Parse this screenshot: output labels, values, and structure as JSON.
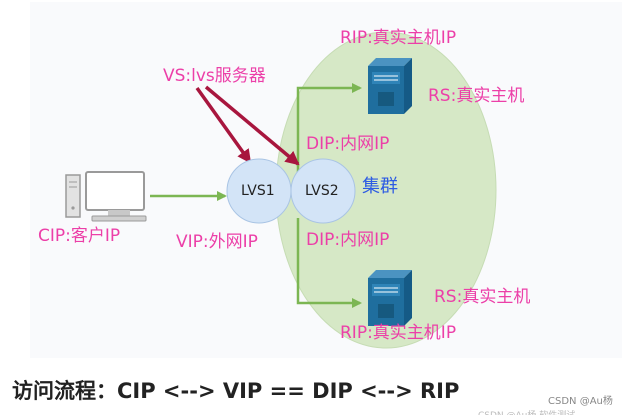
{
  "labels": {
    "rip_top": "RIP:真实主机IP",
    "vs": "VS:lvs服务器",
    "rs_top": "RS:真实主机",
    "dip_top": "DIP:内网IP",
    "lvs1": "LVS1",
    "lvs2": "LVS2",
    "cluster": "集群",
    "cip": "CIP:客户IP",
    "vip": "VIP:外网IP",
    "dip_bottom": "DIP:内网IP",
    "rs_bottom": "RS:真实主机",
    "rip_bottom": "RIP:真实主机IP"
  },
  "flow_text": "访问流程：CIP <--> VIP == DIP <--> RIP",
  "watermark": "CSDN @Au杨",
  "watermark_secondary": "CSDN @Au杨 软件测试",
  "colors": {
    "label_pink": "#ec3fa8",
    "cluster_blue": "#2d5be3",
    "arrow_green": "#7cb653",
    "arrow_maroon": "#a8163e",
    "cluster_fill": "#d6e8c6",
    "node_fill": "#d3e4f7",
    "server_blue": "#1f6e9e"
  }
}
